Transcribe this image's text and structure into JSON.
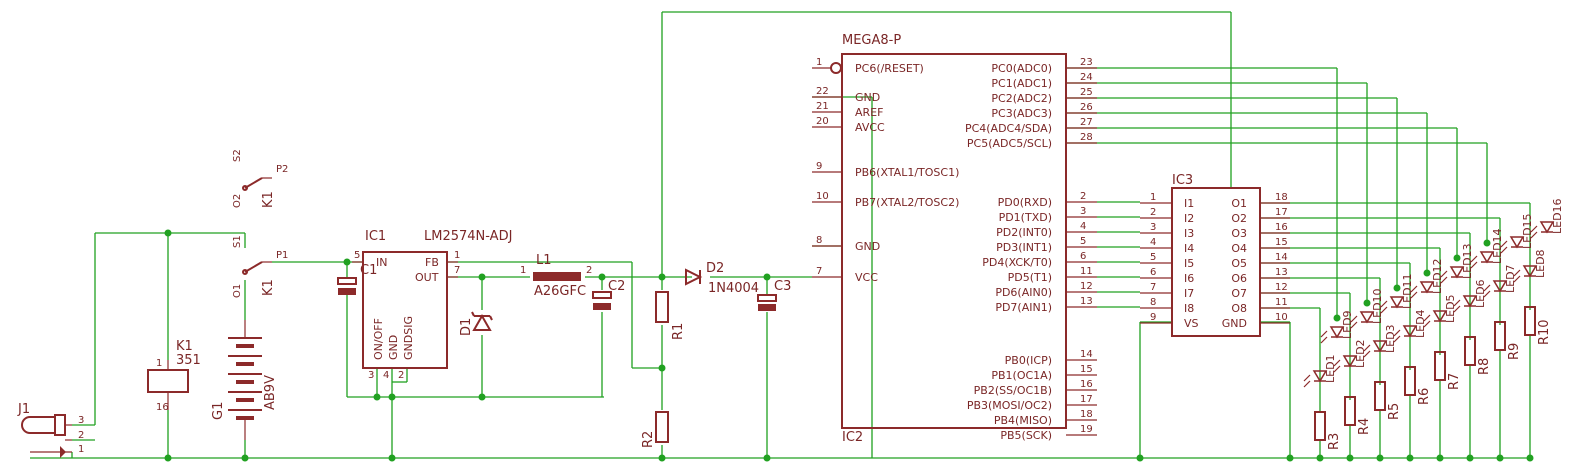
{
  "parts": {
    "j1": {
      "name": "J1",
      "pins": [
        "3",
        "2",
        "1"
      ]
    },
    "k1_relay": {
      "name": "K1",
      "value": "351",
      "pins": [
        "1",
        "16"
      ]
    },
    "switch_s2": {
      "pin_s": "S2",
      "pin_o": "O2",
      "pin_p": "P2",
      "name": "K1"
    },
    "switch_s1": {
      "pin_s": "S1",
      "pin_o": "O1",
      "pin_p": "P1",
      "name": "K1"
    },
    "g1": {
      "name": "G1",
      "value": "AB9V"
    },
    "c1": {
      "name": "C1"
    },
    "ic1": {
      "name": "IC1",
      "value": "LM2574N-ADJ",
      "pins": {
        "in": "IN",
        "fb": "FB",
        "out": "OUT",
        "onoff": "ON/OFF",
        "gnd": "GND",
        "gndsig": "GNDSIG"
      },
      "pin_numbers": {
        "in": "5",
        "fb": "1",
        "out": "7",
        "onoff": "3",
        "gnd": "4",
        "gndsig": "2"
      }
    },
    "d1": {
      "name": "D1"
    },
    "l1": {
      "name": "L1",
      "value": "A26GFC",
      "pin1": "1",
      "pin2": "2"
    },
    "c2": {
      "name": "C2"
    },
    "r1": {
      "name": "R1"
    },
    "r2": {
      "name": "R2"
    },
    "d2": {
      "name": "D2",
      "value": "1N4004"
    },
    "c3": {
      "name": "C3"
    },
    "ic2": {
      "name": "IC2",
      "value": "MEGA8-P",
      "left_pins": [
        {
          "num": "1",
          "label": "PC6(/RESET)"
        },
        {
          "num": "22",
          "label": "GND"
        },
        {
          "num": "21",
          "label": "AREF"
        },
        {
          "num": "20",
          "label": "AVCC"
        },
        {
          "num": "9",
          "label": "PB6(XTAL1/TOSC1)"
        },
        {
          "num": "10",
          "label": "PB7(XTAL2/TOSC2)"
        },
        {
          "num": "8",
          "label": "GND"
        },
        {
          "num": "7",
          "label": "VCC"
        }
      ],
      "right_pins": [
        {
          "num": "23",
          "label": "PC0(ADC0)"
        },
        {
          "num": "24",
          "label": "PC1(ADC1)"
        },
        {
          "num": "25",
          "label": "PC2(ADC2)"
        },
        {
          "num": "26",
          "label": "PC3(ADC3)"
        },
        {
          "num": "27",
          "label": "PC4(ADC4/SDA)"
        },
        {
          "num": "28",
          "label": "PC5(ADC5/SCL)"
        },
        {
          "num": "2",
          "label": "PD0(RXD)"
        },
        {
          "num": "3",
          "label": "PD1(TXD)"
        },
        {
          "num": "4",
          "label": "PD2(INT0)"
        },
        {
          "num": "5",
          "label": "PD3(INT1)"
        },
        {
          "num": "6",
          "label": "PD4(XCK/T0)"
        },
        {
          "num": "11",
          "label": "PD5(T1)"
        },
        {
          "num": "12",
          "label": "PD6(AIN0)"
        },
        {
          "num": "13",
          "label": "PD7(AIN1)"
        },
        {
          "num": "14",
          "label": "PB0(ICP)"
        },
        {
          "num": "15",
          "label": "PB1(OC1A)"
        },
        {
          "num": "16",
          "label": "PB2(SS/OC1B)"
        },
        {
          "num": "17",
          "label": "PB3(MOSI/OC2)"
        },
        {
          "num": "18",
          "label": "PB4(MISO)"
        },
        {
          "num": "19",
          "label": "PB5(SCK)"
        }
      ]
    },
    "ic3": {
      "name": "IC3",
      "left_pins": [
        {
          "num": "1",
          "label": "I1"
        },
        {
          "num": "2",
          "label": "I2"
        },
        {
          "num": "3",
          "label": "I3"
        },
        {
          "num": "4",
          "label": "I4"
        },
        {
          "num": "5",
          "label": "I5"
        },
        {
          "num": "6",
          "label": "I6"
        },
        {
          "num": "7",
          "label": "I7"
        },
        {
          "num": "8",
          "label": "I8"
        },
        {
          "num": "9",
          "label": "VS"
        }
      ],
      "right_pins": [
        {
          "num": "18",
          "label": "O1"
        },
        {
          "num": "17",
          "label": "O2"
        },
        {
          "num": "16",
          "label": "O3"
        },
        {
          "num": "15",
          "label": "O4"
        },
        {
          "num": "14",
          "label": "O5"
        },
        {
          "num": "13",
          "label": "O6"
        },
        {
          "num": "12",
          "label": "O7"
        },
        {
          "num": "11",
          "label": "O8"
        },
        {
          "num": "10",
          "label": "GND"
        }
      ]
    },
    "resistors": [
      "R3",
      "R4",
      "R5",
      "R6",
      "R7",
      "R8",
      "R9",
      "R10"
    ],
    "leds_lower": [
      "LED1",
      "LED2",
      "LED3",
      "LED4",
      "LED5",
      "LED6",
      "LED7",
      "LED8"
    ],
    "leds_upper": [
      "LED9",
      "LED10",
      "LED11",
      "LED12",
      "LED13",
      "LED14",
      "LED15",
      "LED16"
    ]
  },
  "colors": {
    "wire": "#21a121",
    "symbol": "#8c2a2a",
    "text": "#7a2626",
    "background": "#ffffff"
  }
}
